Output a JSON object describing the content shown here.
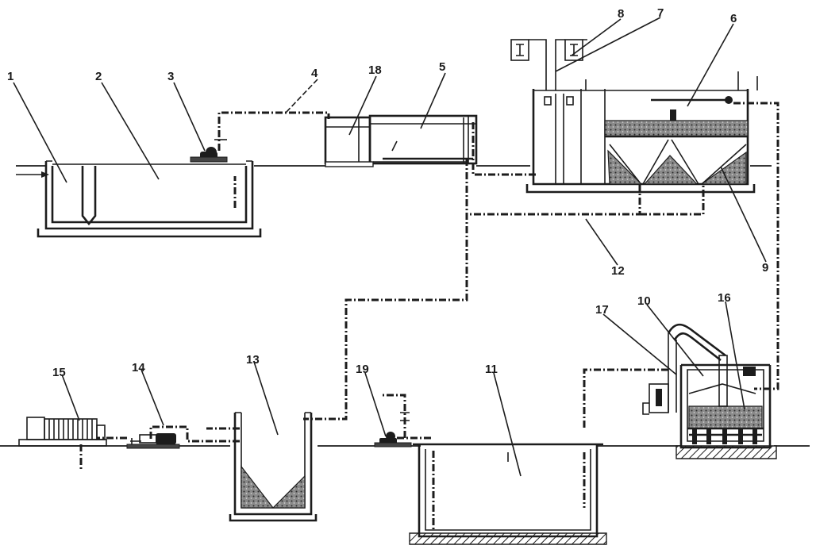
{
  "labels": {
    "n1": "1",
    "n2": "2",
    "n3": "3",
    "n4": "4",
    "n5": "5",
    "n6": "6",
    "n7": "7",
    "n8": "8",
    "n9": "9",
    "n10": "10",
    "n11": "11",
    "n12": "12",
    "n13": "13",
    "n14": "14",
    "n15": "15",
    "n16": "16",
    "n17": "17",
    "n18": "18",
    "n19": "19"
  },
  "colors": {
    "line": "#1c1c1c",
    "background": "#ffffff"
  }
}
